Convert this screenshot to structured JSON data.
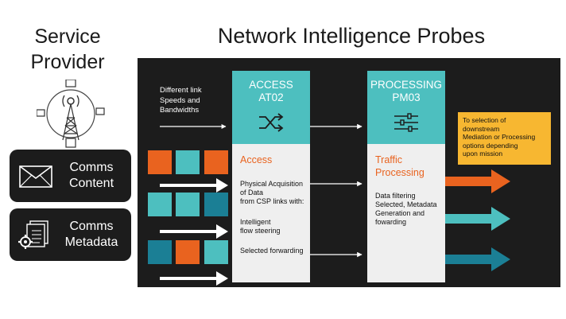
{
  "title": "Network Intelligence Probes",
  "left": {
    "service_provider_line1": "Service",
    "service_provider_line2": "Provider",
    "comms_content_line1": "Comms",
    "comms_content_line2": "Content",
    "comms_metadata_line1": "Comms",
    "comms_metadata_line2": "Metadata"
  },
  "link_label": [
    "Different link",
    "Speeds and",
    "Bandwidths"
  ],
  "access_box": {
    "header_line1": "ACCESS",
    "header_line2": "AT02",
    "title": "Access",
    "desc1": [
      "Physical Acquisition",
      "of Data",
      "from CSP links with:"
    ],
    "desc2": [
      "Intelligent",
      "flow steering"
    ],
    "desc3": "Selected forwarding"
  },
  "processing_box": {
    "header_line1": "PROCESSING",
    "header_line2": "PM03",
    "title_line1": "Traffic",
    "title_line2": "Processing",
    "desc": [
      "Data filtering",
      "Selected, Metadata",
      "Generation and",
      "fowarding"
    ]
  },
  "note": [
    "To selection of",
    "downstream",
    "Mediation or Processing",
    "options depending",
    "upon mission"
  ],
  "colors": {
    "orange": "#e9631f",
    "teal": "#4dbfbf",
    "dark_teal": "#1b7f95",
    "note_yellow": "#f7b731",
    "panel": "#1c1c1c"
  },
  "icons": {
    "tower": "radio-tower-icon",
    "envelope": "envelope-icon",
    "metadata": "document-gear-icon",
    "shuffle": "shuffle-icon",
    "sliders": "sliders-icon"
  }
}
